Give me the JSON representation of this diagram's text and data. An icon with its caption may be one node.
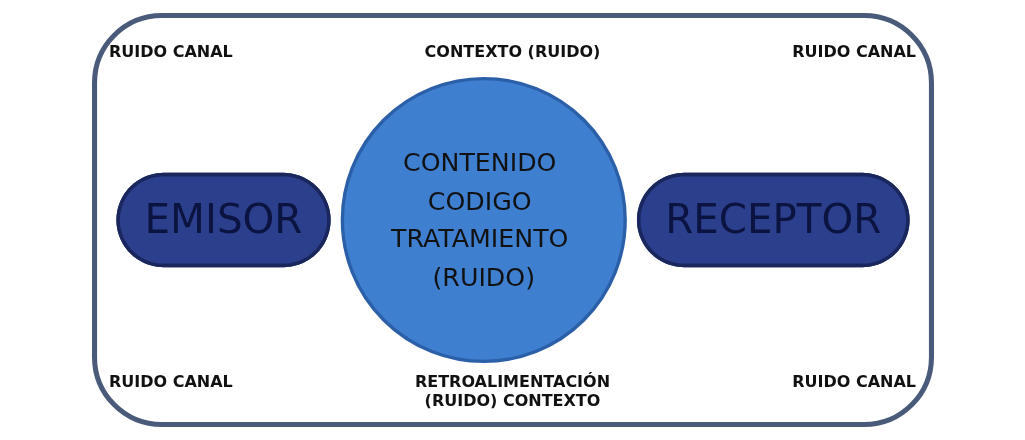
{
  "diagram": {
    "nodes": [
      {
        "text": [],
        "shape": "box"
      },
      {
        "text": [
          "EMISOR"
        ],
        "in": 0
      },
      {
        "text": [
          "CONTENIDO CODIGO TRATAMIENTO (RUIDO)"
        ],
        "in": 0
      },
      {
        "text": [
          "RECEPTOR"
        ],
        "in": 0
      }
    ],
    "labels": [
      "RUIDO CANAL",
      "CONTEXTO (RUIDO)",
      "RUIDO CANAL",
      "RUIDO CANAL",
      "RETROALIMENTACIÓN (RUIDO) CONTEXTO",
      "RUIDO CANAL"
    ]
  }
}
